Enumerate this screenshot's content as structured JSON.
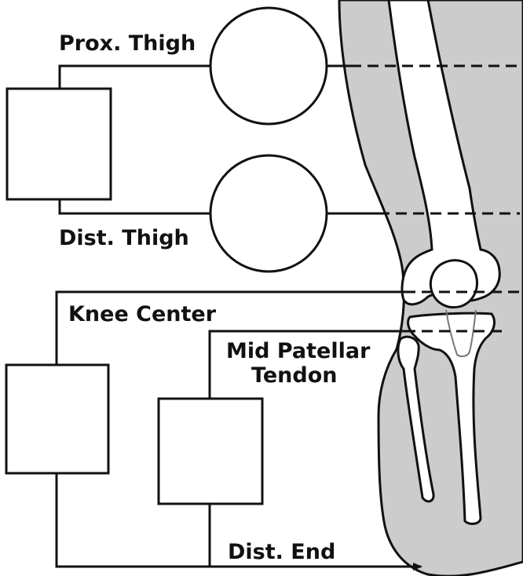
{
  "labels": {
    "prox_thigh": "Prox. Thigh",
    "dist_thigh": "Dist. Thigh",
    "knee_center": "Knee Center",
    "mid_patellar_line1": "Mid Patellar",
    "mid_patellar_line2": "Tendon",
    "dist_end": "Dist. End"
  },
  "colors": {
    "leg_fill": "#cccccc",
    "bone_fill": "#ffffff",
    "stroke": "#111111",
    "patella_outline": "#777777"
  }
}
